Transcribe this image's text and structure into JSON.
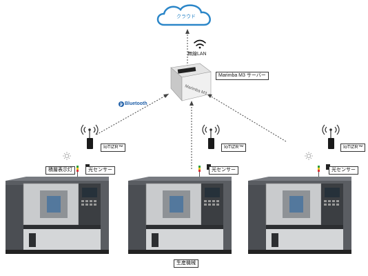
{
  "cloud": {
    "label": "クラウド",
    "icon": "cloud-icon",
    "color": "#2b86c8"
  },
  "wifi": {
    "label": "無線LAN",
    "icon": "wifi-icon"
  },
  "server": {
    "label": "Marimba M3 サーバー",
    "device_text": "Marimba M3",
    "icon": "server-box-icon"
  },
  "bluetooth": {
    "label": "Bluetooth",
    "icon": "bluetooth-icon",
    "color": "#1f5fa8"
  },
  "machines": [
    {
      "iot_label": "IoTIZR™",
      "sensor_label": "光センサー",
      "lamp_label": "積層表示灯"
    },
    {
      "iot_label": "IoTIZR™",
      "sensor_label": "光センサー"
    },
    {
      "iot_label": "IoTIZR™",
      "sensor_label": "光センサー"
    }
  ],
  "machine_caption": "生産機械"
}
